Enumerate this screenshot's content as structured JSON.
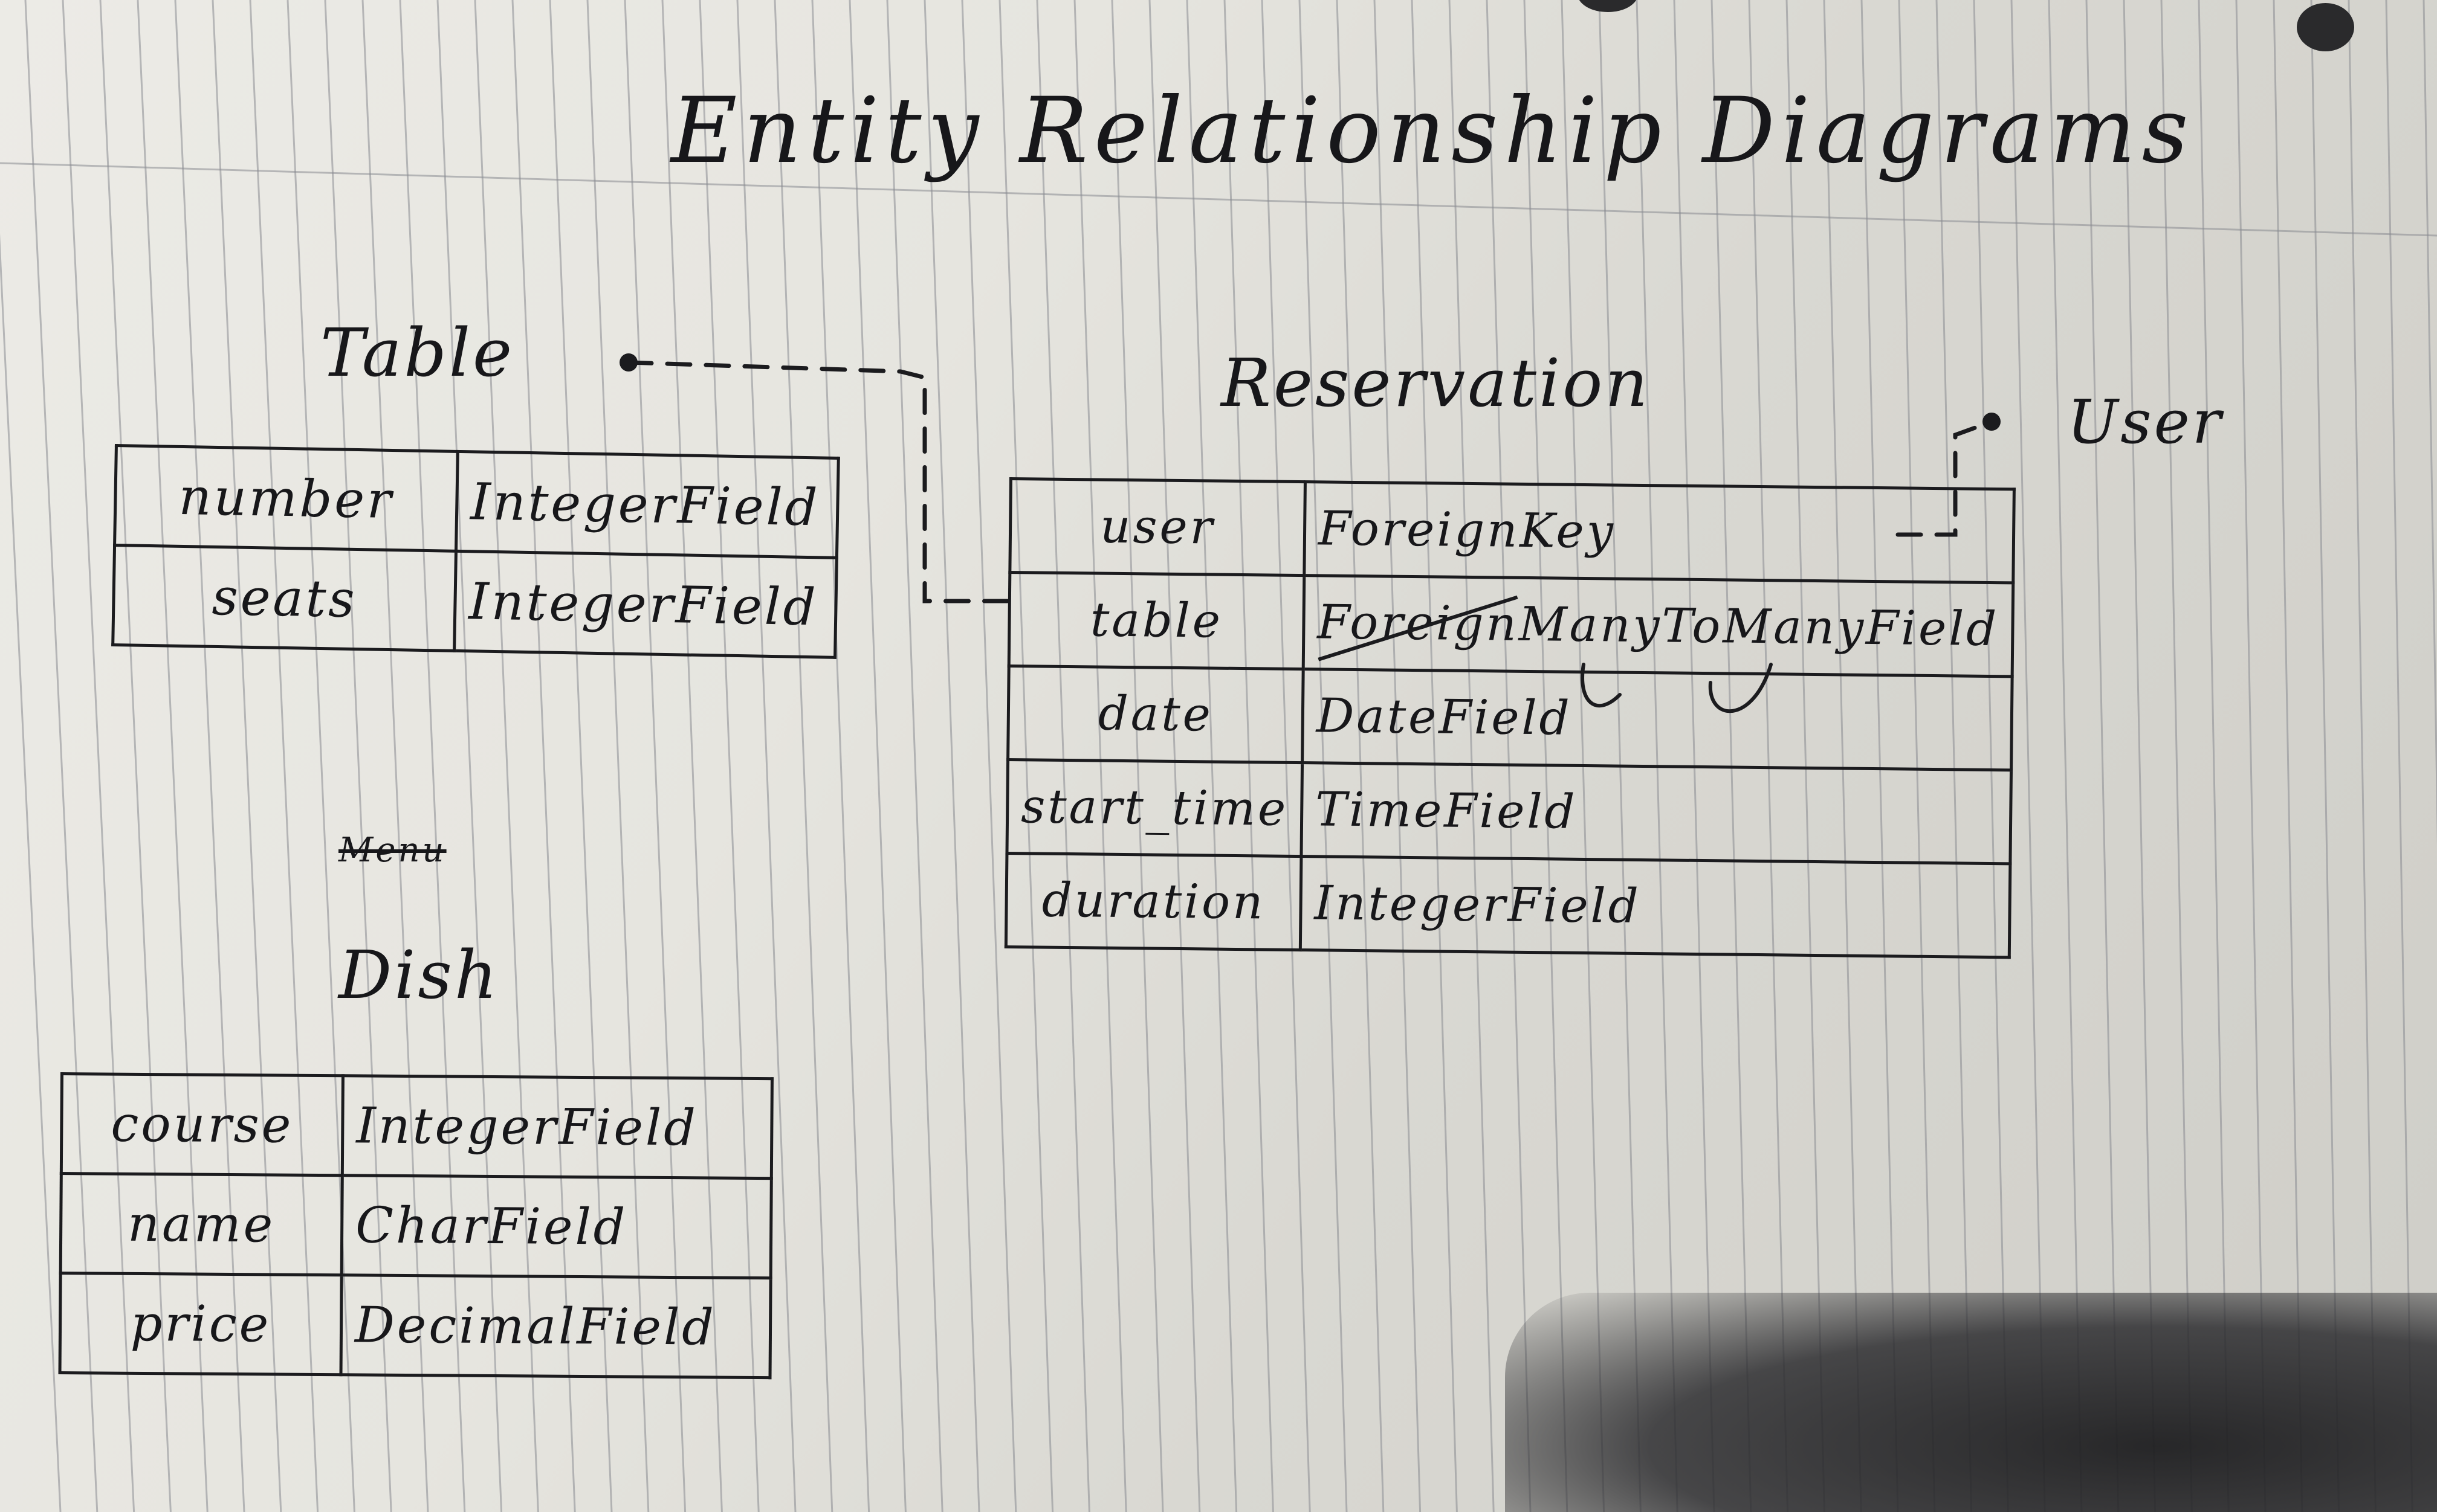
{
  "title": "Entity Relationship Diagrams",
  "struck_word": "Menu",
  "entities": {
    "table": {
      "name": "Table",
      "rows": [
        {
          "field": "number",
          "type": "IntegerField"
        },
        {
          "field": "seats",
          "type": "IntegerField"
        }
      ]
    },
    "reservation": {
      "name": "Reservation",
      "rows": [
        {
          "field": "user",
          "type": "ForeignKey"
        },
        {
          "field": "table",
          "type_struck": "Foreign",
          "type": "ManyToManyField"
        },
        {
          "field": "date",
          "type": "DateField"
        },
        {
          "field": "start_time",
          "type": "TimeField"
        },
        {
          "field": "duration",
          "type": "IntegerField"
        }
      ]
    },
    "dish": {
      "name": "Dish",
      "rows": [
        {
          "field": "course",
          "type": "IntegerField"
        },
        {
          "field": "name",
          "type": "CharField"
        },
        {
          "field": "price",
          "type": "DecimalField"
        }
      ]
    },
    "user": {
      "name": "User"
    }
  },
  "colors": {
    "ink": "#1b1b1e",
    "paper": "#e8e7e2",
    "rule": "#8a8c92"
  }
}
